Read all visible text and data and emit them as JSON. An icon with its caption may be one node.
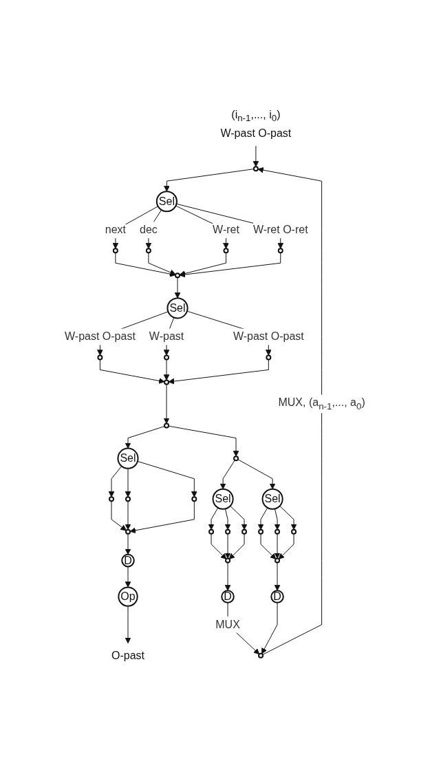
{
  "diagram": {
    "nodes": [
      {
        "text": [
          "(i$_{n-1}$,..., i$_{0}$)",
          "W-past O-past"
        ]
      },
      {
        "text": [],
        "shape": "circle"
      },
      {
        "text": [
          "Sel"
        ]
      },
      {
        "text": [],
        "shape": "circle"
      },
      {
        "text": [],
        "shape": "circle"
      },
      {
        "text": [],
        "shape": "circle"
      },
      {
        "text": [],
        "shape": "circle"
      },
      {
        "text": [],
        "shape": "circle"
      },
      {
        "text": [
          "Sel"
        ]
      },
      {
        "text": [],
        "shape": "circle"
      },
      {
        "text": [],
        "shape": "circle"
      },
      {
        "text": [],
        "shape": "circle"
      },
      {
        "text": [],
        "shape": "circle"
      },
      {
        "text": [],
        "shape": "circle"
      },
      {
        "text": [
          "Sel"
        ]
      },
      {
        "text": [],
        "shape": "circle"
      },
      {
        "text": [],
        "shape": "circle"
      },
      {
        "text": [],
        "shape": "circle"
      },
      {
        "text": [],
        "shape": "circle"
      },
      {
        "text": [],
        "shape": "circle"
      },
      {
        "text": [
          "D"
        ]
      },
      {
        "text": [
          "Op"
        ]
      },
      {
        "text": [
          "O-past"
        ]
      },
      {
        "text": [
          "Sel"
        ]
      },
      {
        "text": [],
        "shape": "circle"
      },
      {
        "text": [],
        "shape": "circle"
      },
      {
        "text": [],
        "shape": "circle"
      },
      {
        "text": [],
        "shape": "circle"
      },
      {
        "text": [
          "D"
        ]
      },
      {
        "text": [
          "Sel"
        ]
      },
      {
        "text": [],
        "shape": "circle"
      },
      {
        "text": [],
        "shape": "circle"
      },
      {
        "text": [],
        "shape": "circle"
      },
      {
        "text": [],
        "shape": "circle"
      },
      {
        "text": [
          "D"
        ]
      },
      {
        "text": [],
        "shape": "circle"
      }
    ],
    "edges": [
      {
        "from": 0,
        "to": 1,
        "arrow": "to"
      },
      {
        "from": 1,
        "to": 2,
        "arrow": "to"
      },
      {
        "from": 2,
        "to": 3,
        "arrow": "to",
        "label": "next"
      },
      {
        "from": 2,
        "to": 4,
        "arrow": "to",
        "label": "dec"
      },
      {
        "from": 2,
        "to": 5,
        "arrow": "to",
        "label": "W-ret"
      },
      {
        "from": 2,
        "to": 6,
        "arrow": "to",
        "label": "W-ret O-ret"
      },
      {
        "from": 3,
        "to": 7,
        "arrow": "to"
      },
      {
        "from": 4,
        "to": 7,
        "arrow": "to"
      },
      {
        "from": 5,
        "to": 7,
        "arrow": "to"
      },
      {
        "from": 6,
        "to": 7,
        "arrow": "to"
      },
      {
        "from": 7,
        "to": 8,
        "arrow": "to"
      },
      {
        "from": 8,
        "to": 9,
        "arrow": "to",
        "label": "W-past O-past"
      },
      {
        "from": 8,
        "to": 10,
        "arrow": "to",
        "label": "W-past"
      },
      {
        "from": 8,
        "to": 11,
        "arrow": "to",
        "label": "W-past O-past"
      },
      {
        "from": 9,
        "to": 12,
        "arrow": "to"
      },
      {
        "from": 10,
        "to": 12,
        "arrow": "to"
      },
      {
        "from": 11,
        "to": 12,
        "arrow": "to"
      },
      {
        "from": 12,
        "to": 13,
        "arrow": "to"
      },
      {
        "from": 13,
        "to": 14,
        "arrow": "to"
      },
      {
        "from": 13,
        "to": 15,
        "arrow": "to"
      },
      {
        "from": 14,
        "to": 16,
        "arrow": "to"
      },
      {
        "from": 14,
        "to": 17,
        "arrow": "to"
      },
      {
        "from": 14,
        "to": 18,
        "arrow": "to"
      },
      {
        "from": 16,
        "to": 19,
        "arrow": "to"
      },
      {
        "from": 17,
        "to": 19,
        "arrow": "to"
      },
      {
        "from": 18,
        "to": 19,
        "arrow": "to"
      },
      {
        "from": 19,
        "to": 20,
        "arrow": "to"
      },
      {
        "from": 20,
        "to": 21,
        "arrow": "to"
      },
      {
        "from": 21,
        "to": 22,
        "arrow": "to"
      },
      {
        "from": 15,
        "to": 23,
        "arrow": "to"
      },
      {
        "from": 15,
        "to": 29,
        "arrow": "to"
      },
      {
        "from": 23,
        "to": 24,
        "arrow": "to"
      },
      {
        "from": 23,
        "to": 25,
        "arrow": "to"
      },
      {
        "from": 23,
        "to": 26,
        "arrow": "to"
      },
      {
        "from": 24,
        "to": 27,
        "arrow": "to"
      },
      {
        "from": 25,
        "to": 27,
        "arrow": "to"
      },
      {
        "from": 26,
        "to": 27,
        "arrow": "to"
      },
      {
        "from": 27,
        "to": 28,
        "arrow": "to"
      },
      {
        "from": 29,
        "to": 30,
        "arrow": "to"
      },
      {
        "from": 29,
        "to": 31,
        "arrow": "to"
      },
      {
        "from": 29,
        "to": 32,
        "arrow": "to"
      },
      {
        "from": 30,
        "to": 33,
        "arrow": "to"
      },
      {
        "from": 31,
        "to": 33,
        "arrow": "to"
      },
      {
        "from": 32,
        "to": 33,
        "arrow": "to"
      },
      {
        "from": 33,
        "to": 34,
        "arrow": "to"
      },
      {
        "from": 28,
        "to": 35,
        "arrow": "to",
        "label": "MUX"
      },
      {
        "from": 34,
        "to": 35,
        "arrow": "to"
      },
      {
        "from": 35,
        "to": 1,
        "arrow": "to",
        "label": "MUX, (a$_{n-1}$,..., a$_{0}$)"
      }
    ]
  }
}
